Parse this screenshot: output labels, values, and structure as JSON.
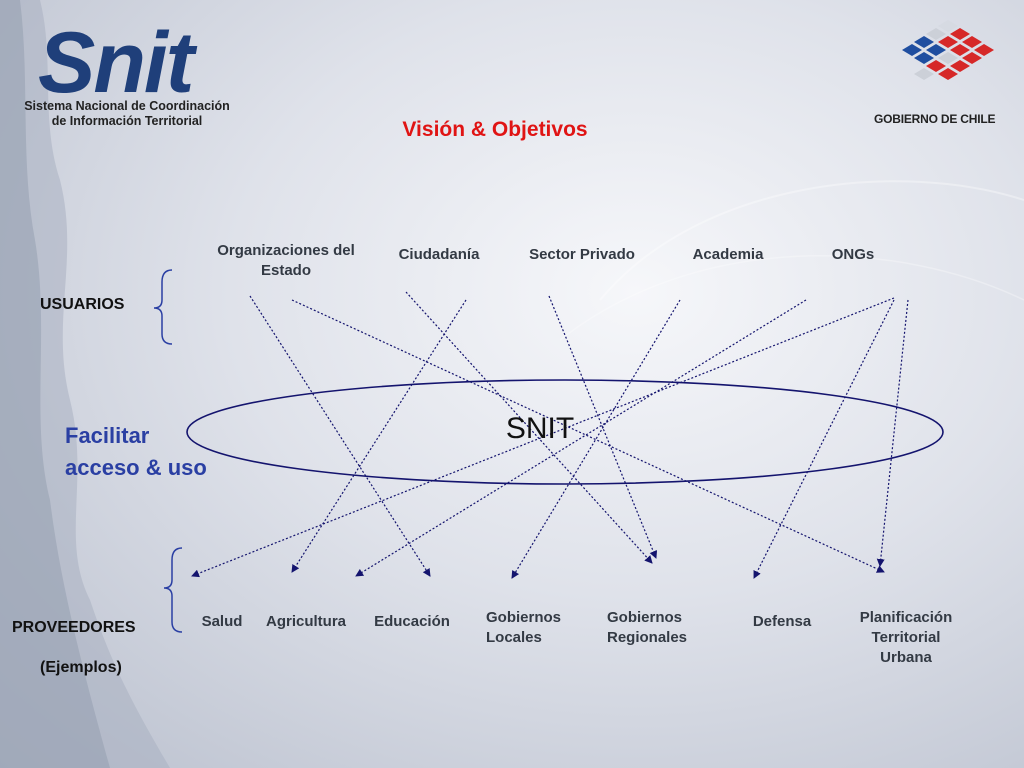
{
  "header": {
    "logo_word": "Snit",
    "logo_subtitle_line1": "Sistema Nacional de Coordinación",
    "logo_subtitle_line2": "de Información Territorial",
    "gov_label": "GOBIERNO DE CHILE",
    "title": "Visión & Objetivos"
  },
  "center_label": "SNIT",
  "side_left": {
    "usuarios": "USUARIOS",
    "facilitar_line1": "Facilitar",
    "facilitar_line2": "acceso & uso",
    "proveedores": "PROVEEDORES",
    "ejemplos": "(Ejemplos)"
  },
  "usuarios": [
    {
      "line1": "Organizaciones del",
      "line2": "Estado"
    },
    {
      "line1": "Ciudadanía",
      "line2": ""
    },
    {
      "line1": "Sector Privado",
      "line2": ""
    },
    {
      "line1": "Academia",
      "line2": ""
    },
    {
      "line1": "ONGs",
      "line2": ""
    }
  ],
  "proveedores": [
    {
      "line1": "Salud",
      "line2": "",
      "line3": ""
    },
    {
      "line1": "Agricultura",
      "line2": "",
      "line3": ""
    },
    {
      "line1": "Educación",
      "line2": "",
      "line3": ""
    },
    {
      "line1": "Gobiernos",
      "line2": "Locales",
      "line3": ""
    },
    {
      "line1": "Gobiernos",
      "line2": "Regionales",
      "line3": ""
    },
    {
      "line1": "Defensa",
      "line2": "",
      "line3": ""
    },
    {
      "line1": "Planificación",
      "line2": "Territorial",
      "line3": "Urbana"
    }
  ],
  "colors": {
    "title": "#e01414",
    "accent_blue": "#2a3fa3",
    "arrow_navy": "#14146e",
    "logo_blue": "#1f3f7a",
    "logo_red": "#d62828"
  }
}
